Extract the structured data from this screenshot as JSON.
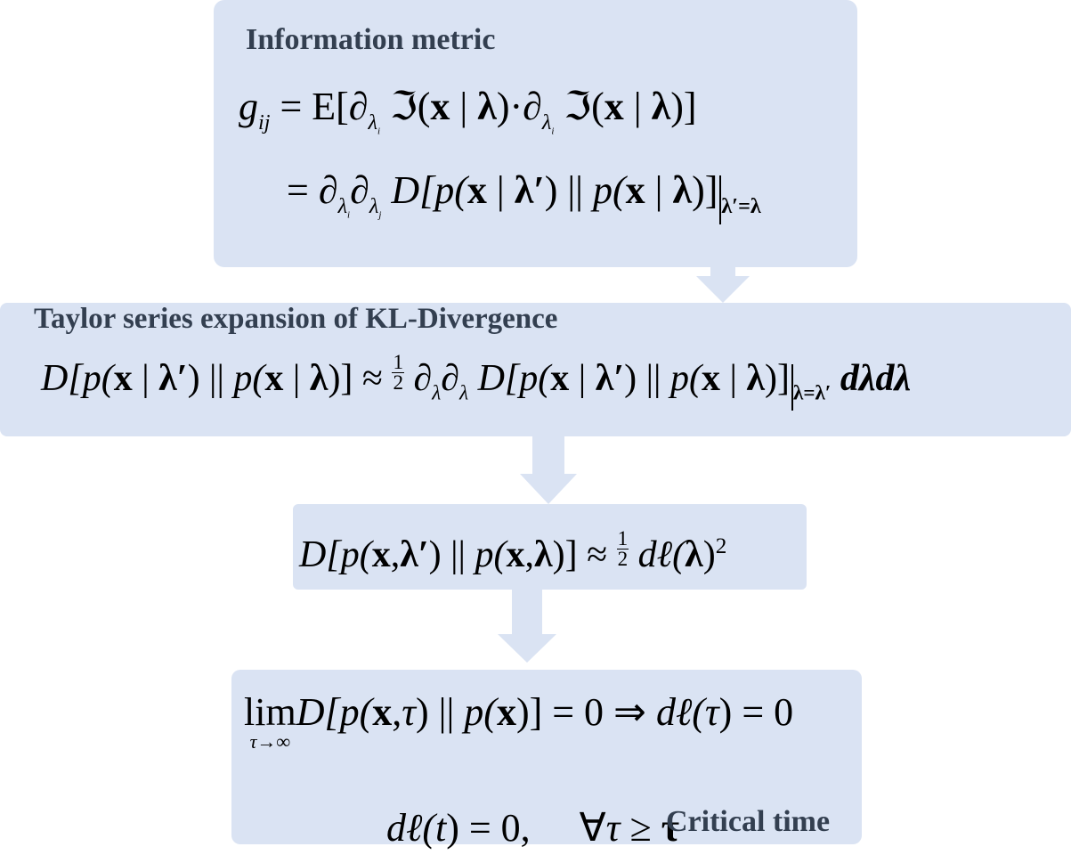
{
  "colors": {
    "box_fill": "#dae3f3",
    "arrow_fill": "#dae3f3",
    "title_text": "#333f50",
    "math_text": "#000000"
  },
  "boxes": {
    "info_metric": {
      "title": "Information metric",
      "eq1": {
        "lhs": "g",
        "lhs_sub": "ij",
        "rhs": "= E[∂",
        "sub_a": "λ",
        "sub_a2": "i",
        "mid": "ℑ(",
        "x": "x",
        "bar": " | ",
        "lam": "λ",
        "close": ")·∂",
        "sub_b": "λ",
        "sub_b2": "i",
        "mid2": "ℑ(",
        "end": ")]"
      },
      "eq2": {
        "start": "= ∂",
        "s1": "λ",
        "s1i": "i",
        "d": "∂",
        "s2": "λ",
        "s2j": "j",
        "D": "D[",
        "p1": "p(",
        "lamp": "λ′",
        "par": ") || ",
        "p2": "p(",
        "end": ")]",
        "eval_sub": "λ′=λ"
      }
    },
    "taylor": {
      "title": "Taylor series expansion of KL-Divergence",
      "eq": {
        "D": "D[",
        "p": "p(",
        "x": "x",
        "bar": " | ",
        "lamp": "λ′",
        "par": ") || ",
        "lam": "λ",
        "end": ")] ≈ ",
        "half_n": "1",
        "half_d": "2",
        "dd": "∂",
        "dd_sub": "λ",
        "eval_sub": "λ=λ′",
        "tail": "dλdλ"
      }
    },
    "approx": {
      "eq": {
        "D": "D[",
        "p": "p(",
        "x": "x",
        "comma": ",",
        "lamp": "λ′",
        "par": ") || ",
        "lam": "λ",
        "end": ")] ≈ ",
        "half_n": "1",
        "half_d": "2",
        "dl": "dℓ(",
        "close": ")",
        "sq": "2"
      }
    },
    "critical": {
      "title": "Critical time",
      "eq1": {
        "lim": "lim",
        "lim_sub": "τ→∞",
        "D": "D[",
        "p": "p(",
        "x": "x",
        "tau": "τ",
        "rest": ")] = 0 ⇒ ",
        "dl": "dℓ(",
        "end": ") = 0"
      },
      "eq2": {
        "dl": "dℓ(",
        "t": "t",
        "mid": ") = 0,     ∀",
        "tau": "τ",
        "ge": " ≥ ",
        "taub": "τ"
      }
    }
  }
}
